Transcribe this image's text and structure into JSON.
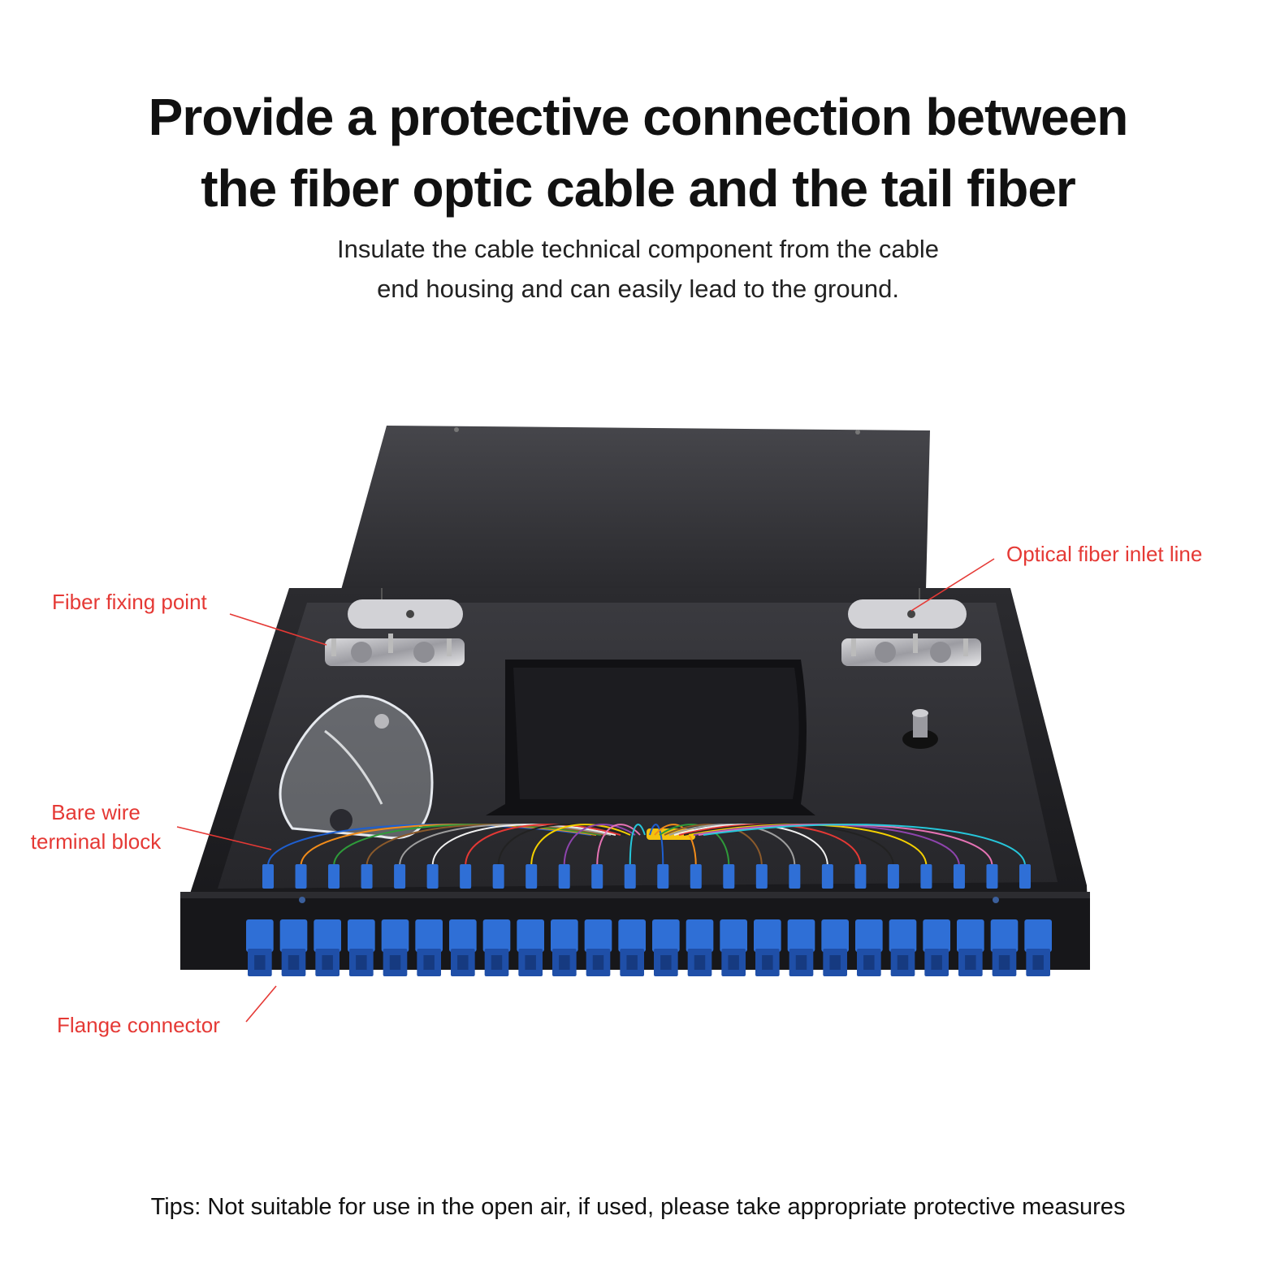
{
  "heading": {
    "line1": "Provide a protective connection between",
    "line2": "the fiber optic cable and the tail fiber"
  },
  "subheading": {
    "line1": "Insulate the cable technical component from the cable",
    "line2": "end housing and can easily lead to the ground."
  },
  "callouts": {
    "fiber_fixing_point": "Fiber fixing point",
    "optical_fiber_inlet_line": "Optical fiber inlet line",
    "bare_wire_line1": "Bare wire",
    "bare_wire_line2": "terminal block",
    "flange_connector": "Flange connector"
  },
  "tip": "Tips: Not suitable for use in the open air, if used, please take appropriate protective measures",
  "product": {
    "adapter_count": 24,
    "fiber_colors": [
      "#1e5fd0",
      "#f28c1a",
      "#2e9b3a",
      "#8b5a2b",
      "#9e9e9e",
      "#f0f0f0",
      "#e53935",
      "#222222",
      "#f4d000",
      "#8e44ad",
      "#e573b4",
      "#26c6da"
    ],
    "adapter_color": "#2f6fd6",
    "body_color": "#1f1f22",
    "label_color": "#e53935"
  }
}
